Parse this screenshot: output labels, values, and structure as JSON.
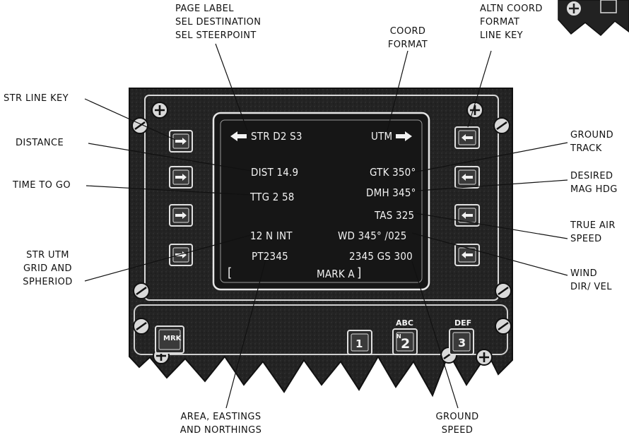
{
  "callouts": {
    "page_label": [
      "PAGE LABEL",
      "SEL DESTINATION",
      "SEL STEERPOINT"
    ],
    "coord_format": [
      "COORD",
      "FORMAT"
    ],
    "altn_coord_format_line_key": [
      "ALTN COORD",
      "FORMAT",
      "LINE KEY"
    ],
    "str_line_key": [
      "STR LINE KEY"
    ],
    "distance": [
      "DISTANCE"
    ],
    "time_to_go": [
      "TIME TO GO"
    ],
    "str_utm_grid": [
      "STR UTM",
      "GRID AND",
      "SPHERIOD"
    ],
    "ground_track": [
      "GROUND",
      "TRACK"
    ],
    "desired_mag_hdg": [
      "DESIRED",
      "MAG HDG"
    ],
    "true_air_speed": [
      "TRUE AIR",
      "SPEED"
    ],
    "wind_dir_vel": [
      "WIND",
      "DIR/ VEL"
    ],
    "area_eastings": [
      "AREA, EASTINGS",
      "AND NORTHINGS"
    ],
    "ground_speed": [
      "GROUND",
      "SPEED"
    ]
  },
  "display": {
    "page_label": "STR D2 S3",
    "coord_format": "UTM",
    "dist": "DIST 14.9",
    "ttg": "TTG 2 58",
    "grid": "12 N INT",
    "area": "PT2345",
    "gtk": "GTK 350°",
    "dmh": "DMH 345°",
    "tas": "TAS 325",
    "wind": "WD 345° /025",
    "northing_gs": "2345 GS 300",
    "scratchpad_open": "[",
    "mark": "MARK A",
    "scratchpad_close": "]"
  },
  "keys": {
    "mrk": "MRK",
    "key1": "1",
    "key2_letters": "ABC",
    "key2_sub": "N",
    "key2": "2",
    "key3_letters": "DEF",
    "key3": "3"
  },
  "colors": {
    "panel": "#1c1c1c",
    "bezel": "#3a3a3a",
    "screen_text": "#f2f2f2",
    "line": "#111111"
  }
}
